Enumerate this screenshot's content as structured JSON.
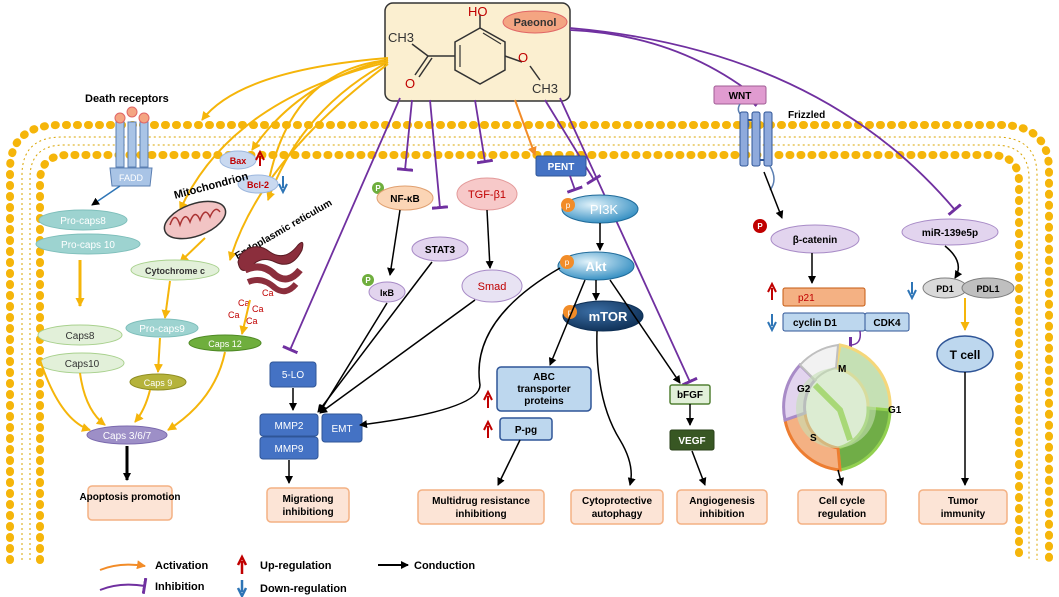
{
  "compound": {
    "name": "Paeonol",
    "ho": "HO",
    "ch3_left": "CH3",
    "o_ketone": "O",
    "o_ether": "O",
    "ch3_right": "CH3"
  },
  "apoptosis": {
    "death_receptors": "Death receptors",
    "fadd": "FADD",
    "bax": "Bax",
    "bcl2": "Bcl-2",
    "mitochondrion": "Mitochondrion",
    "er": "Endoplasmic reticulum",
    "ca": "Ca",
    "pro_caps8": "Pro-caps8",
    "pro_caps10": "Pro-caps 10",
    "cytochrome_c": "Cytochrome c",
    "pro_caps9": "Pro-caps9",
    "caps8": "Caps8",
    "caps10": "Caps10",
    "caps9": "Caps 9",
    "caps12": "Caps 12",
    "caps367": "Caps 3/6/7",
    "outcome": "Apoptosis promotion"
  },
  "migration": {
    "p_badge": "P",
    "nfkb": "NF-κB",
    "stat3": "STAT3",
    "ikb": "IκB",
    "tgfb1": "TGF-β1",
    "smad": "Smad",
    "five_lo": "5-LO",
    "mmp2": "MMP2",
    "mmp9": "MMP9",
    "emt": "EMT",
    "outcome_line1": "Migrationg",
    "outcome_line2": "inhibitiong"
  },
  "pi3k": {
    "pent": "PENT",
    "p_badge": "p",
    "pi3k": "PI3K",
    "akt": "Akt",
    "mtor": "mTOR",
    "abc_line1": "ABC",
    "abc_line2": "transporter",
    "abc_line3": "proteins",
    "ppg": "P-pg",
    "bfgf": "bFGF",
    "vegf": "VEGF",
    "mdr_line1": "Multidrug resistance",
    "mdr_line2": "inhibitiong",
    "cyto_line1": "Cytoprotective",
    "cyto_line2": "autophagy",
    "angio_line1": "Angiogenesis",
    "angio_line2": "inhibition"
  },
  "wnt": {
    "wnt": "WNT",
    "frizzled": "Frizzled",
    "p_badge": "P",
    "bcatenin": "β-catenin",
    "p21": "p21",
    "cyclind1": "cyclin D1",
    "cdk4": "CDK4",
    "m": "M",
    "g2": "G2",
    "g1": "G1",
    "s": "S",
    "outcome_line1": "Cell cycle",
    "outcome_line2": "regulation"
  },
  "immunity": {
    "mir": "miR-139e5p",
    "pd1": "PD1",
    "pdl1": "PDL1",
    "tcell": "T cell",
    "outcome_line1": "Tumor",
    "outcome_line2": "immunity"
  },
  "legend": {
    "activation": "Activation",
    "inhibition": "Inhibition",
    "up": "Up-regulation",
    "down": "Down-regulation",
    "conduction": "Conduction"
  },
  "colors": {
    "activation": "#F28C28",
    "inhibition": "#7030A0",
    "up": "#C00000",
    "down": "#2E75B6",
    "membrane": "#F5B50A",
    "outcome_fill": "#FCE4D6",
    "outcome_stroke": "#F4B183",
    "caspase_fill": "#9DD3D0",
    "blue_box": "#4472C4"
  }
}
